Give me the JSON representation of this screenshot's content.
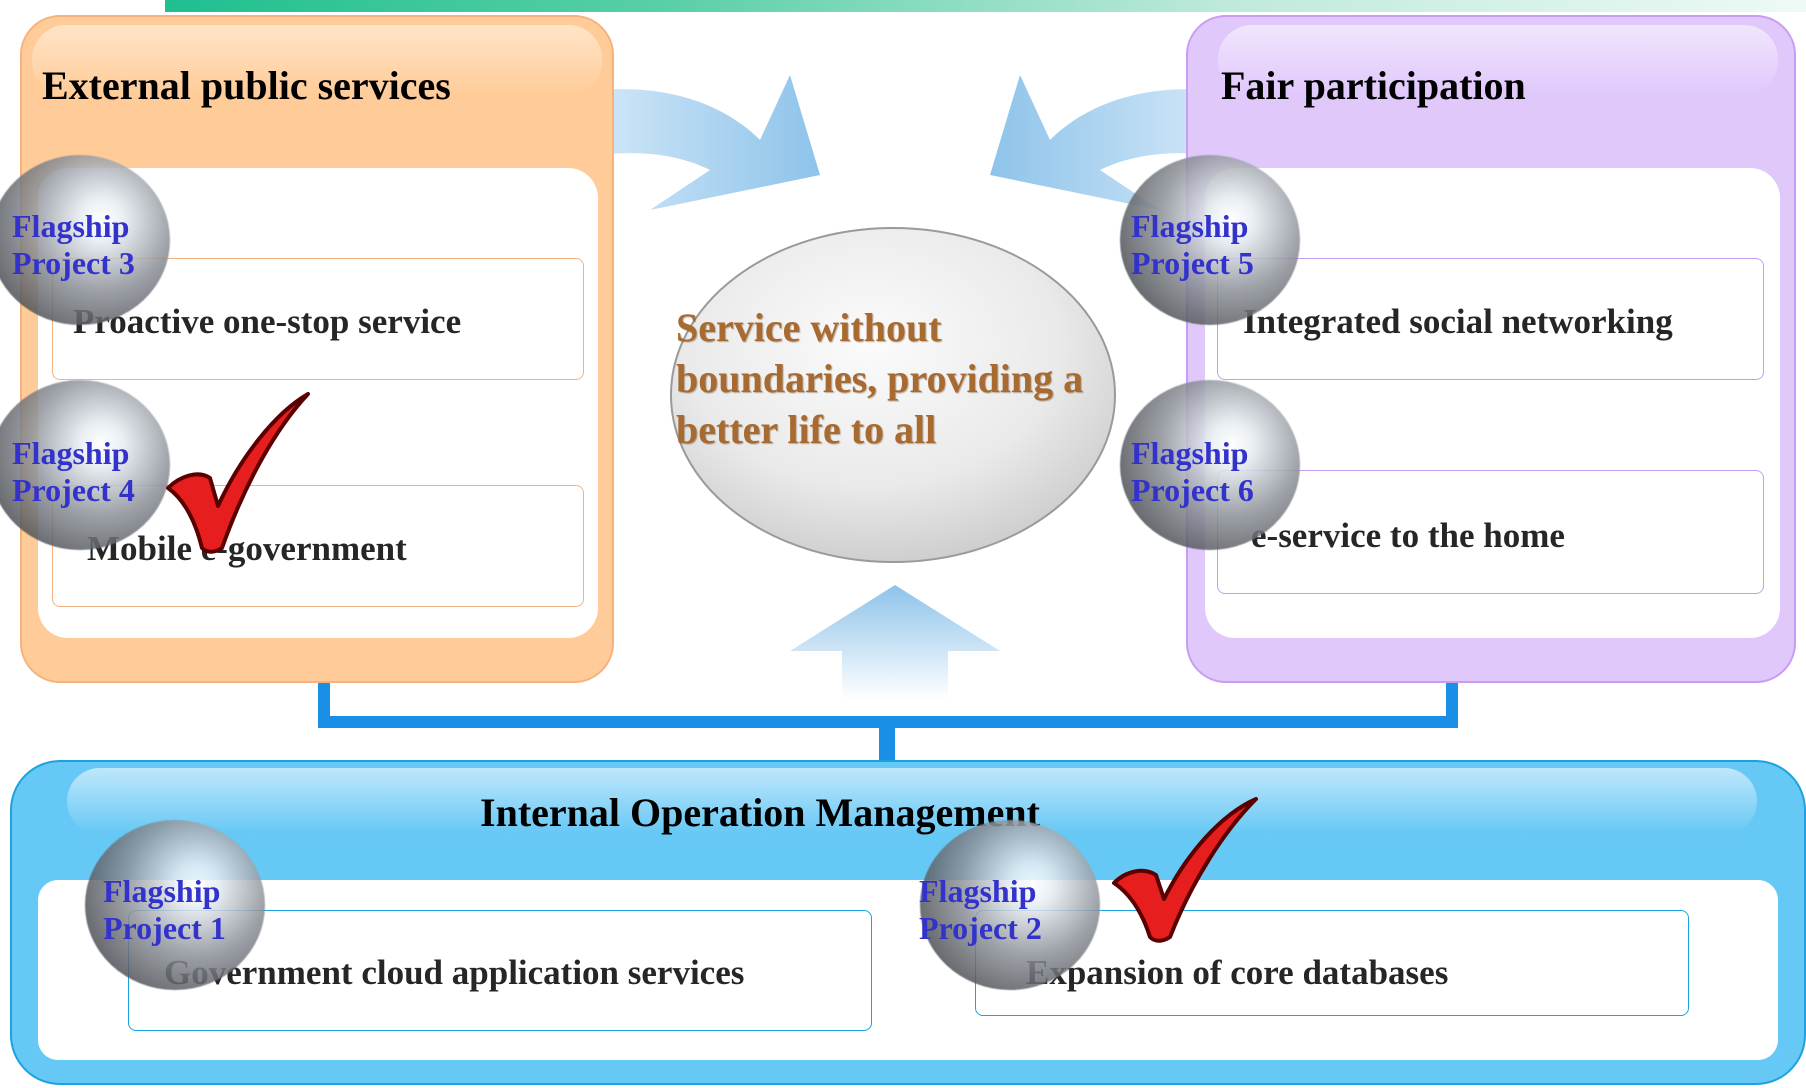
{
  "diagram": {
    "center": {
      "text_lines": [
        "Service without",
        "boundaries, providing a",
        "better life to all"
      ]
    },
    "panels": {
      "external": {
        "title": "External public services",
        "projects": [
          {
            "label_lines": [
              "Flagship",
              "Project 3"
            ],
            "title": "Proactive one-stop service",
            "checked": false
          },
          {
            "label_lines": [
              "Flagship",
              "Project 4"
            ],
            "title": "Mobile e-government",
            "checked": true
          }
        ]
      },
      "fair": {
        "title": "Fair participation",
        "projects": [
          {
            "label_lines": [
              "Flagship",
              "Project 5"
            ],
            "title": "Integrated social networking",
            "checked": false
          },
          {
            "label_lines": [
              "Flagship",
              "Project 6"
            ],
            "title": "e-service to the home",
            "checked": false
          }
        ]
      },
      "internal": {
        "title": "Internal Operation Management",
        "projects": [
          {
            "label_lines": [
              "Flagship",
              "Project 1"
            ],
            "title": "Government cloud application services",
            "checked": false
          },
          {
            "label_lines": [
              "Flagship",
              "Project 2"
            ],
            "title": "Expansion of core databases",
            "checked": true
          }
        ]
      }
    },
    "colors": {
      "external_panel": "#ffcc99",
      "external_border": "#f5b27f",
      "fair_panel": "#e0c8fb",
      "fair_border": "#c79cf2",
      "internal_panel": "#66c8f5",
      "internal_border": "#1aa3e0",
      "arrow": "#9ccbec",
      "project_label": "#3333cc",
      "center_text": "#a76a30",
      "checkmark": "#e61e1e"
    }
  }
}
